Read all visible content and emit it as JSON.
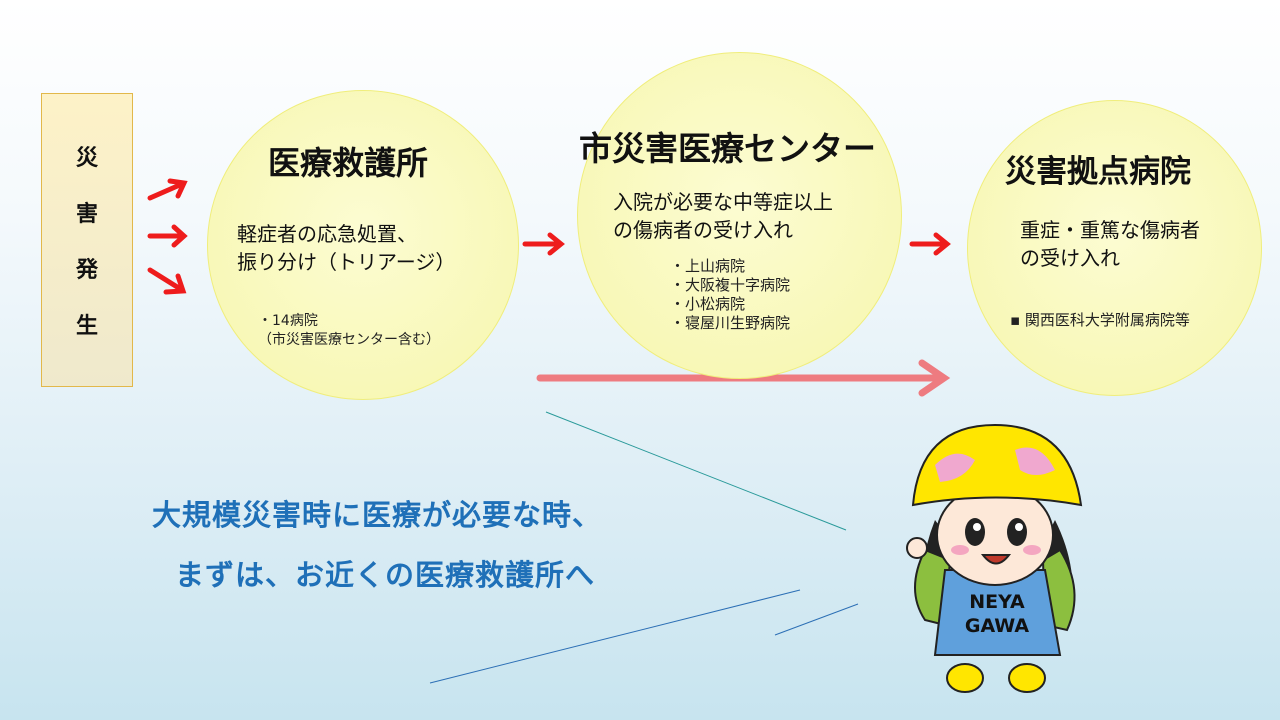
{
  "disaster": {
    "chars": [
      "災",
      "害",
      "発",
      "生"
    ]
  },
  "first_aid": {
    "title": "医療救護所",
    "desc": [
      "軽症者の応急処置、",
      "振り分け（トリアージ）"
    ],
    "notes": [
      "・14病院",
      "（市災害医療センター含む）"
    ]
  },
  "city_center": {
    "title": "市災害医療センター",
    "desc": [
      "入院が必要な中等症以上",
      "の傷病者の受け入れ"
    ],
    "hospitals": [
      "・上山病院",
      "・大阪複十字病院",
      "・小松病院",
      "・寝屋川生野病院"
    ]
  },
  "base_hospital": {
    "title": "災害拠点病院",
    "desc": [
      "重症・重篤な傷病者",
      "の受け入れ"
    ],
    "note": "▪ 関西医科大学附属病院等"
  },
  "message": [
    "大規模災害時に医療が必要な時、",
    "まずは、お近くの医療救護所へ"
  ],
  "mascot": {
    "shirt_text": [
      "NEYA",
      "GAWA"
    ]
  },
  "colors": {
    "arrow": "#ee1c1c",
    "long_arrow": "#ee7b80",
    "message": "#1f70b8"
  }
}
